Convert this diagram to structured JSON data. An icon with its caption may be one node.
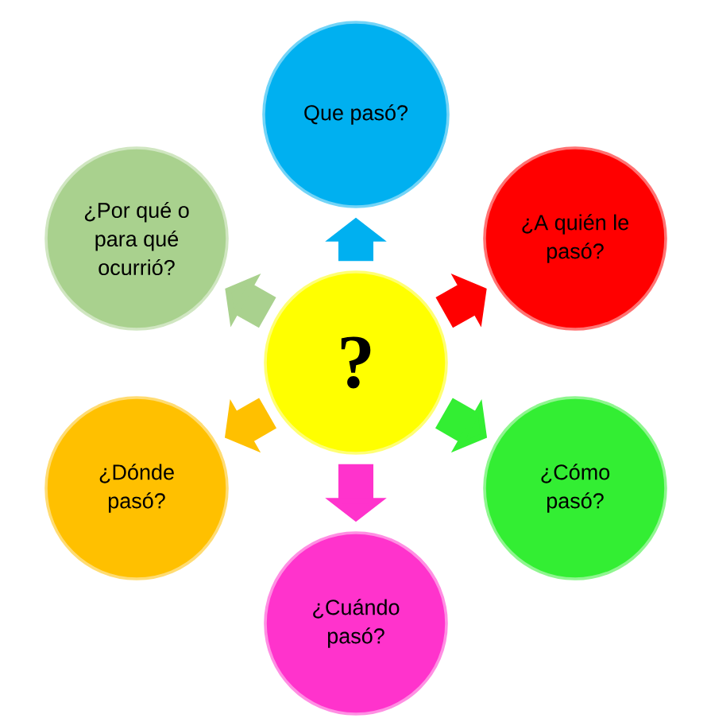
{
  "diagram": {
    "nodes": [
      {
        "text": [
          "Que pasó?"
        ]
      },
      {
        "text": [
          "¿Por qué o para qué ocurrió?"
        ]
      },
      {
        "text": [
          "¿A quién le pasó?"
        ]
      },
      {
        "text": [
          "?"
        ]
      },
      {
        "text": [
          "¿Dónde pasó?"
        ]
      },
      {
        "text": [
          "¿Cómo pasó?"
        ]
      },
      {
        "text": [
          "¿Cuándo pasó?"
        ]
      }
    ],
    "edges": [
      {
        "from": 3,
        "to": 0,
        "arrow": "to",
        "color": "#00b0f0"
      },
      {
        "from": 3,
        "to": 2,
        "arrow": "to",
        "color": "#ff0000"
      },
      {
        "from": 3,
        "to": 5,
        "arrow": "to",
        "color": "#33ee33"
      },
      {
        "from": 3,
        "to": 6,
        "arrow": "to",
        "color": "#ff33cc"
      },
      {
        "from": 3,
        "to": 4,
        "arrow": "to",
        "color": "#ffc000"
      },
      {
        "from": 3,
        "to": 1,
        "arrow": "to",
        "color": "#a9d18e"
      }
    ]
  }
}
